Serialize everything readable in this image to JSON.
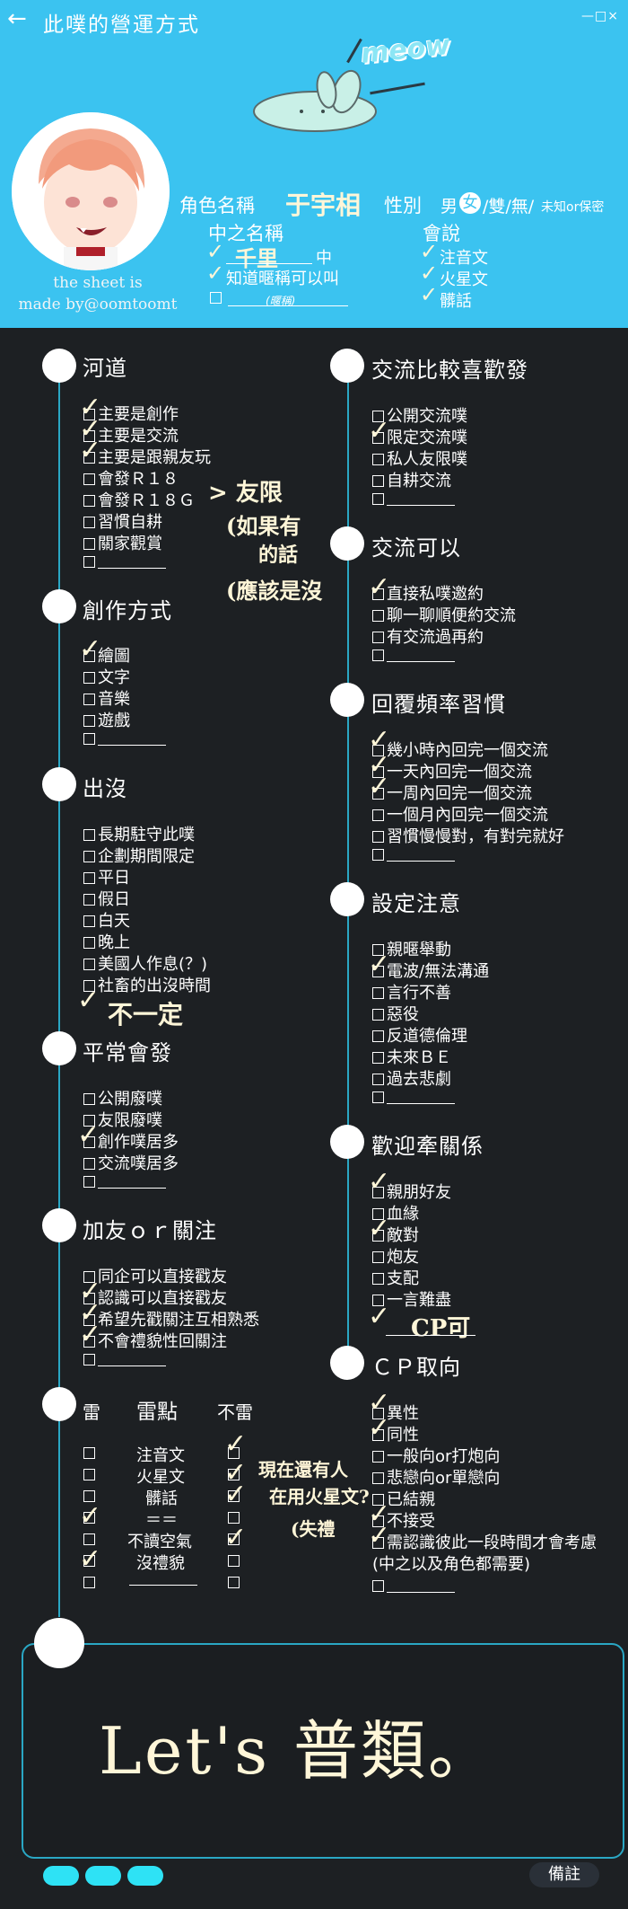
{
  "header": {
    "title": "此噗的營運方式",
    "back_icon": "←",
    "window_controls": "—□×",
    "sticker_text": "meow"
  },
  "profile": {
    "credit_line1": "the sheet is",
    "credit_line2": "made by@oomtoomt",
    "role_name_label": "角色名稱",
    "role_name_value": "于宇相",
    "gender_label": "性別",
    "gender_option_male": "男",
    "gender_option_female": "女",
    "gender_rest": "/雙/無/",
    "gender_unknown": "未知or保密",
    "cn_name_label": "中之名稱",
    "cn_opt1_value": "千里",
    "cn_opt1_suffix": "中",
    "cn_opt2": "知道暱稱可以叫",
    "cn_opt3_note": "(暱稱)",
    "speak_label": "會說",
    "speak_opts": [
      "注音文",
      "火星文",
      "髒話"
    ]
  },
  "sections": {
    "river": {
      "title": "河道",
      "items": [
        "主要是創作",
        "主要是交流",
        "主要是跟親友玩",
        "會發Ｒ１８",
        "會發Ｒ１８Ｇ",
        "習慣自耕",
        "關家觀賞"
      ]
    },
    "river_note": [
      "> 友限",
      "(如果有",
      "的話",
      "(應該是沒"
    ],
    "creation": {
      "title": "創作方式",
      "items": [
        "繪圖",
        "文字",
        "音樂",
        "遊戲"
      ]
    },
    "appear": {
      "title": "出沒",
      "items": [
        "長期駐守此噗",
        "企劃期間限定",
        "平日",
        "假日",
        "白天",
        "晚上",
        "美國人作息(？)",
        "社畜的出沒時間"
      ],
      "note": "不一定"
    },
    "usual": {
      "title": "平常會發",
      "items": [
        "公開廢噗",
        "友限廢噗",
        "創作噗居多",
        "交流噗居多"
      ]
    },
    "follow": {
      "title": "加友ｏｒ關注",
      "items": [
        "同企可以直接戳友",
        "認識可以直接戳友",
        "希望先戳關注互相熟悉",
        "不會禮貌性回關注"
      ]
    },
    "landmine": {
      "col1": "雷",
      "col2": "雷點",
      "col3": "不雷",
      "items": [
        "注音文",
        "火星文",
        "髒話",
        "＝＝",
        "不讀空氣",
        "沒禮貌"
      ],
      "note": [
        "現在還有人",
        "在用火星文?",
        "(失禮"
      ]
    },
    "exchange_pref": {
      "title": "交流比較喜歡發",
      "items": [
        "公開交流噗",
        "限定交流噗",
        "私人友限噗",
        "自耕交流"
      ]
    },
    "exchange_ok": {
      "title": "交流可以",
      "items": [
        "直接私噗邀約",
        "聊一聊順便約交流",
        "有交流過再約"
      ]
    },
    "reply": {
      "title": "回覆頻率習慣",
      "items": [
        "幾小時內回完一個交流",
        "一天內回完一個交流",
        "一周內回完一個交流",
        "一個月內回完一個交流",
        "習慣慢慢對，有對完就好"
      ]
    },
    "setting": {
      "title": "設定注意",
      "items": [
        "親暱舉動",
        "電波/無法溝通",
        "言行不善",
        "惡役",
        "反道德倫理",
        "未來ＢＥ",
        "過去悲劇"
      ]
    },
    "relation": {
      "title": "歡迎牽關係",
      "items": [
        "親朋好友",
        "血緣",
        "敵對",
        "炮友",
        "支配",
        "一言難盡"
      ],
      "note": "CP可"
    },
    "cp": {
      "title": "ＣＰ取向",
      "items": [
        "異性",
        "同性",
        "一般向or打炮向",
        "悲戀向or單戀向",
        "已結親",
        "不接受",
        "需認識彼此一段時間才會考慮",
        "(中之以及角色都需要)"
      ]
    }
  },
  "bottom": {
    "message": "Let's 普類。",
    "memo_label": "備註"
  },
  "colors": {
    "top_bg": "#3bc3f0",
    "dark_bg": "#1d2023",
    "accent_line": "#2aa7c4",
    "pill": "#2ee2f5"
  }
}
